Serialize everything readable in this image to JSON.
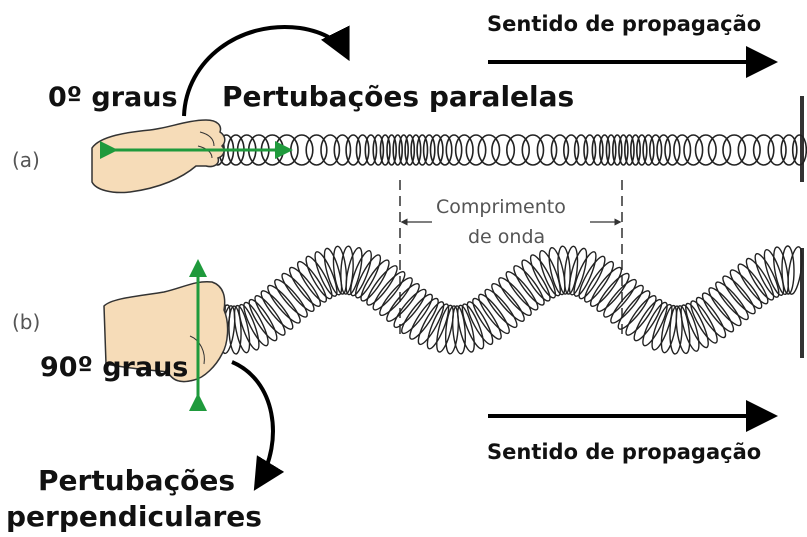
{
  "propagation_top": "Sentido de propagação",
  "propagation_bottom": "Sentido de propagação",
  "angle_parallel": "0º graus",
  "label_parallel": "Pertubações paralelas",
  "angle_perpendicular": "90º graus",
  "label_perpendicular_line1": "Pertubações",
  "label_perpendicular_line2": "perpendiculares",
  "panel_a": "(a)",
  "panel_b": "(b)",
  "wavelength_line1": "Comprimento",
  "wavelength_line2": "de onda",
  "colors": {
    "arrow": "#1f9a3c",
    "spring": "#222222",
    "skin": "#f6dcb8",
    "text": "#111111"
  }
}
